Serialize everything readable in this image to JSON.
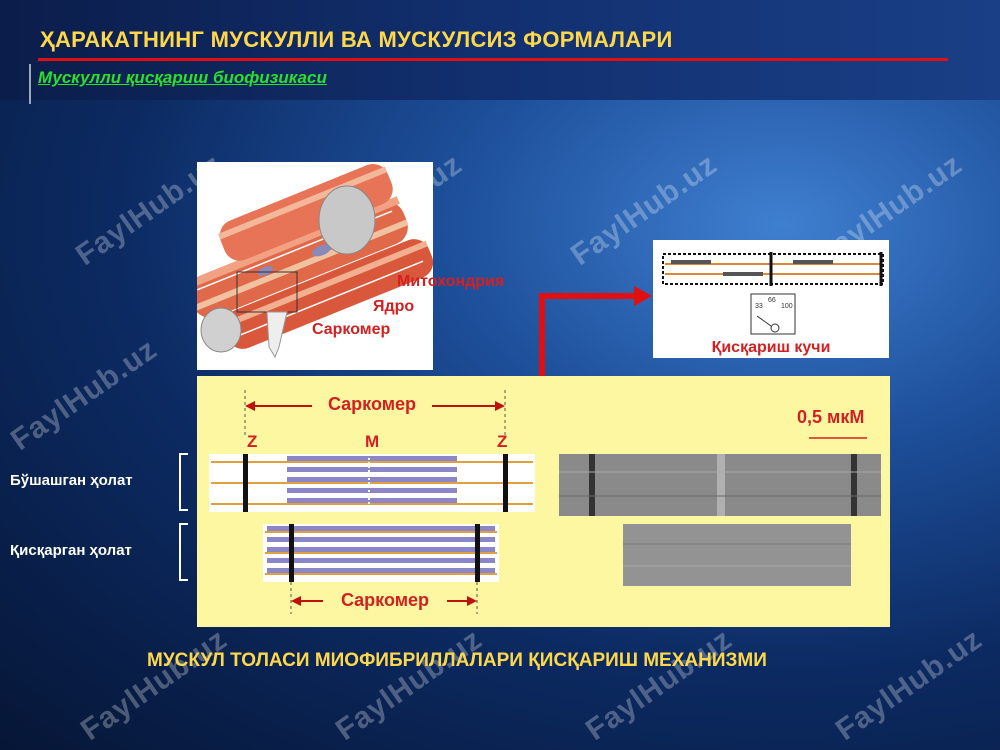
{
  "title": "ҲАРАКАТНИНГ МУСКУЛЛИ ВА МУСКУЛСИЗ ФОРМАЛАРИ",
  "subtitle": "Мускулли қисқариш биофизикаси",
  "muscle_labels": {
    "mitochondria": "Митохондрия",
    "nucleus": "Ядро",
    "sarcomere": "Саркомер"
  },
  "force_label": "Қисқариш кучи",
  "gauge_numbers": [
    "33",
    "66",
    "100"
  ],
  "diagram": {
    "sarcomere_top": "Саркомер",
    "sarcomere_bottom": "Саркомер",
    "z_left": "Z",
    "m": "M",
    "z_right": "Z",
    "scale": "0,5 мкМ"
  },
  "states": {
    "relaxed": "Бўшашган ҳолат",
    "contracted": "Қисқарган ҳолат"
  },
  "bottom_caption": "МУСКУЛ ТОЛАСИ МИОФИБРИЛЛАЛАРИ ҚИСҚАРИШ МЕХАНИЗМИ",
  "watermark": "FaylHub.uz",
  "colors": {
    "title": "#ffd84a",
    "subtitle": "#29e02a",
    "accent_red": "#e01010",
    "panel": "#fdf7a2"
  }
}
